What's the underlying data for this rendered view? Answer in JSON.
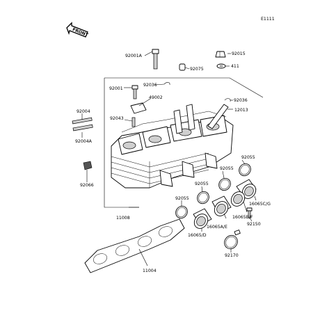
{
  "diagram": {
    "code": "E1111",
    "front_label": "FRONT",
    "labels": {
      "p92001A": "92001A",
      "p92015": "92015",
      "p92075": "92075",
      "p411": "411",
      "p92036a": "92036",
      "p92001": "92001",
      "p49002": "49002",
      "p92036b": "92036",
      "p12013": "12013",
      "p92043": "92043",
      "p92004": "92004",
      "p92004A": "92004A",
      "p92066": "92066",
      "p92055a": "92055",
      "p92055b": "92055",
      "p92055c": "92055",
      "p92055d": "92055",
      "p16065CG": "16065C/G",
      "p16065BF": "16065B/F",
      "p92150": "92150",
      "p16065AE": "16065A/E",
      "p16065D": "16065/D",
      "p92170": "92170",
      "p11008": "11008",
      "p11004": "11004"
    }
  }
}
